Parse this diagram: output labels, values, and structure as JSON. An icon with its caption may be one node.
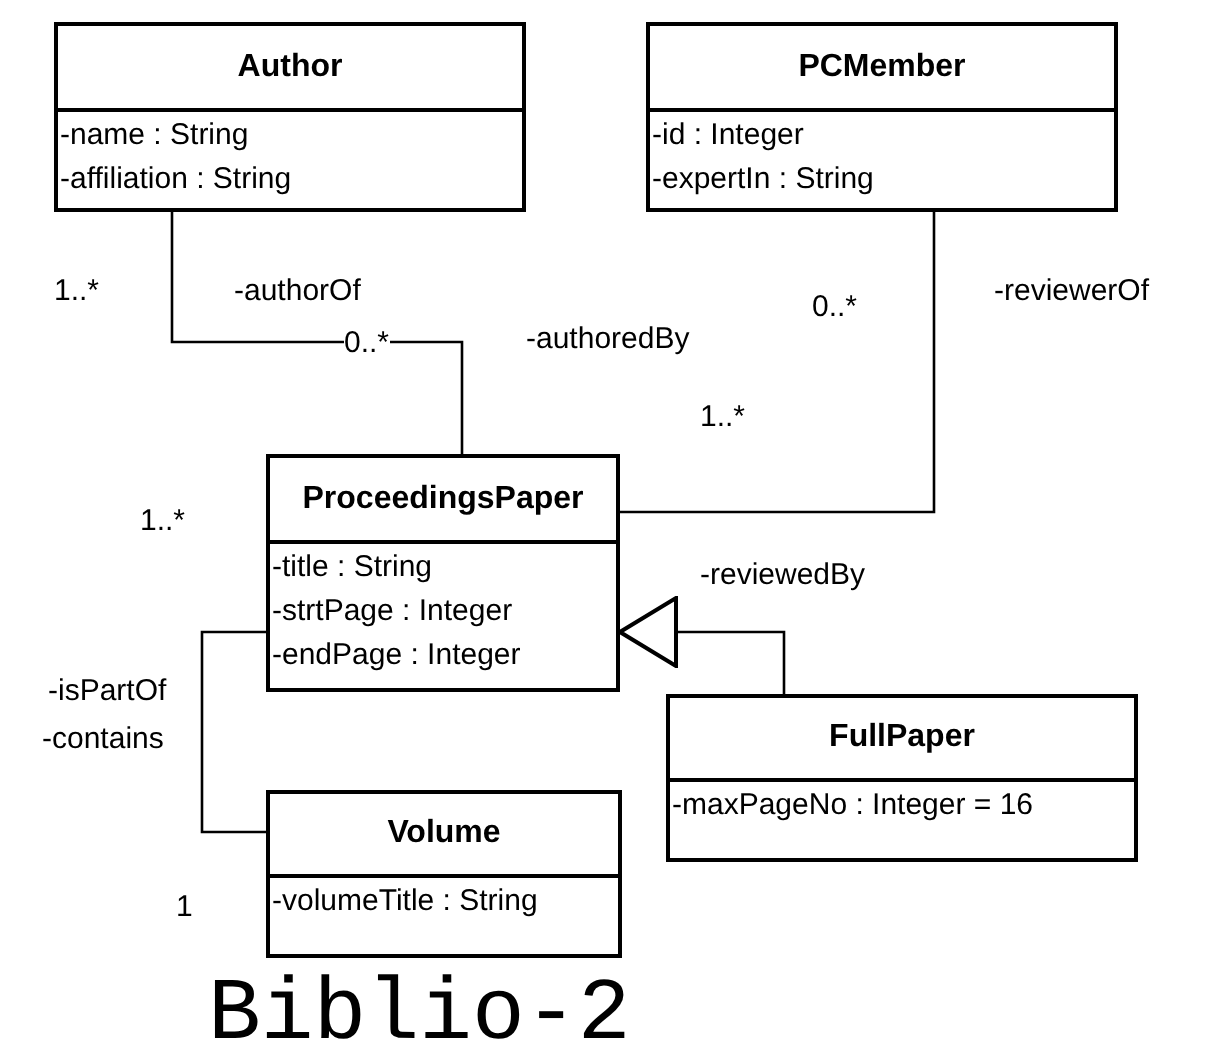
{
  "diagram": {
    "title": "Biblio-2",
    "nodes": [
      {
        "text": [
          "Author",
          "-name : String",
          "-affiliation : String"
        ]
      },
      {
        "text": [
          "PCMember",
          "-id : Integer",
          "-expertIn : String"
        ]
      },
      {
        "text": [
          "ProceedingsPaper",
          "-title : String",
          "-strtPage : Integer",
          "-endPage : Integer"
        ]
      },
      {
        "text": [
          "FullPaper",
          "-maxPageNo : Integer = 16"
        ]
      },
      {
        "text": [
          "Volume",
          "-volumeTitle : String"
        ]
      }
    ],
    "edges": [
      {
        "from": 0,
        "to": 2,
        "arrow": "none"
      },
      {
        "from": 1,
        "to": 2,
        "arrow": "none"
      },
      {
        "from": 3,
        "to": 2,
        "arrow": "to"
      },
      {
        "from": 2,
        "to": 4,
        "arrow": "none"
      }
    ],
    "labels": [
      "1..*",
      "-authorOf",
      "0..*",
      "0..*",
      "-reviewerOf",
      "-authoredBy",
      "1..*",
      "1..*",
      "-reviewedBy",
      "-isPartOf",
      "-contains",
      "1"
    ]
  }
}
